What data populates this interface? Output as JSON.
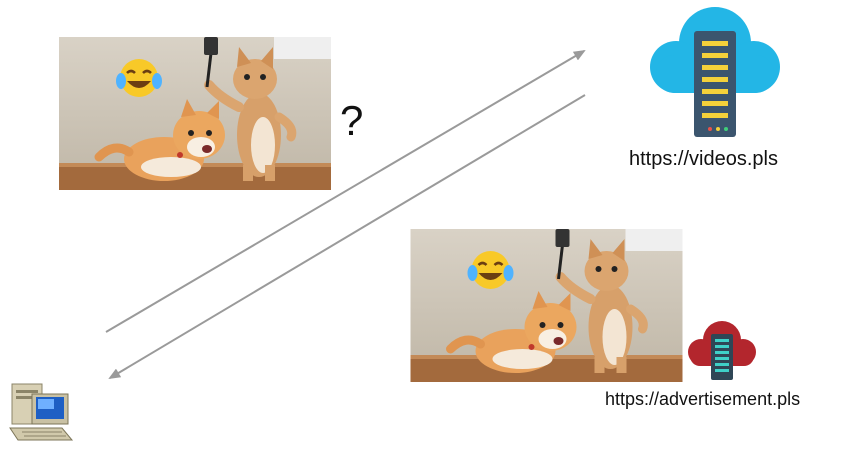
{
  "question_mark": "?",
  "server_main": {
    "url": "https://videos.pls",
    "cloud_color": "#23b6e6",
    "tower_color": "#3b556e",
    "slot_color": "#f4d13a"
  },
  "server_ad": {
    "url": "https://advertisement.pls",
    "cloud_color": "#b3262d",
    "tower_color": "#2f4656",
    "slot_color": "#3fd0c8"
  },
  "photo_main": {
    "subject": "two-kittens-with-spatula",
    "emoji": "tears-of-joy-emoji"
  },
  "photo_ad": {
    "subject": "two-kittens-with-spatula",
    "emoji": "tears-of-joy-emoji"
  },
  "client": {
    "icon": "desktop-computer-icon"
  },
  "arrow_color": "#9a9a9a"
}
